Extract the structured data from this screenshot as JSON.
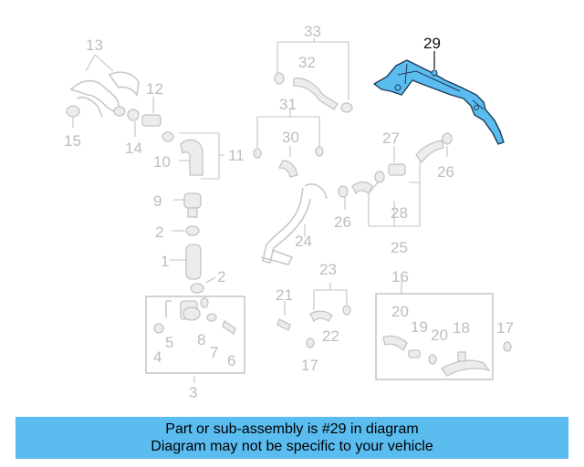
{
  "highlight": {
    "part_number": "29",
    "color": "#5bbcf0",
    "highlight_fill": "#5bbcf0",
    "highlight_stroke": "#1f3b55"
  },
  "callouts": {
    "c1": "1",
    "c2a": "2",
    "c2b": "2",
    "c3": "3",
    "c4": "4",
    "c5": "5",
    "c6": "6",
    "c7": "7",
    "c8": "8",
    "c9": "9",
    "c10": "10",
    "c11": "11",
    "c12": "12",
    "c13": "13",
    "c14": "14",
    "c15": "15",
    "c16": "16",
    "c17a": "17",
    "c17b": "17",
    "c18": "18",
    "c19": "19",
    "c20a": "20",
    "c20b": "20",
    "c21": "21",
    "c22": "22",
    "c23": "23",
    "c24": "24",
    "c25": "25",
    "c26a": "26",
    "c26b": "26",
    "c27": "27",
    "c28": "28",
    "c29": "29",
    "c30": "30",
    "c31": "31",
    "c32": "32",
    "c33": "33"
  },
  "banner": {
    "line1": "Part or sub-assembly is #29 in diagram",
    "line2": "Diagram may not be specific to your vehicle"
  }
}
